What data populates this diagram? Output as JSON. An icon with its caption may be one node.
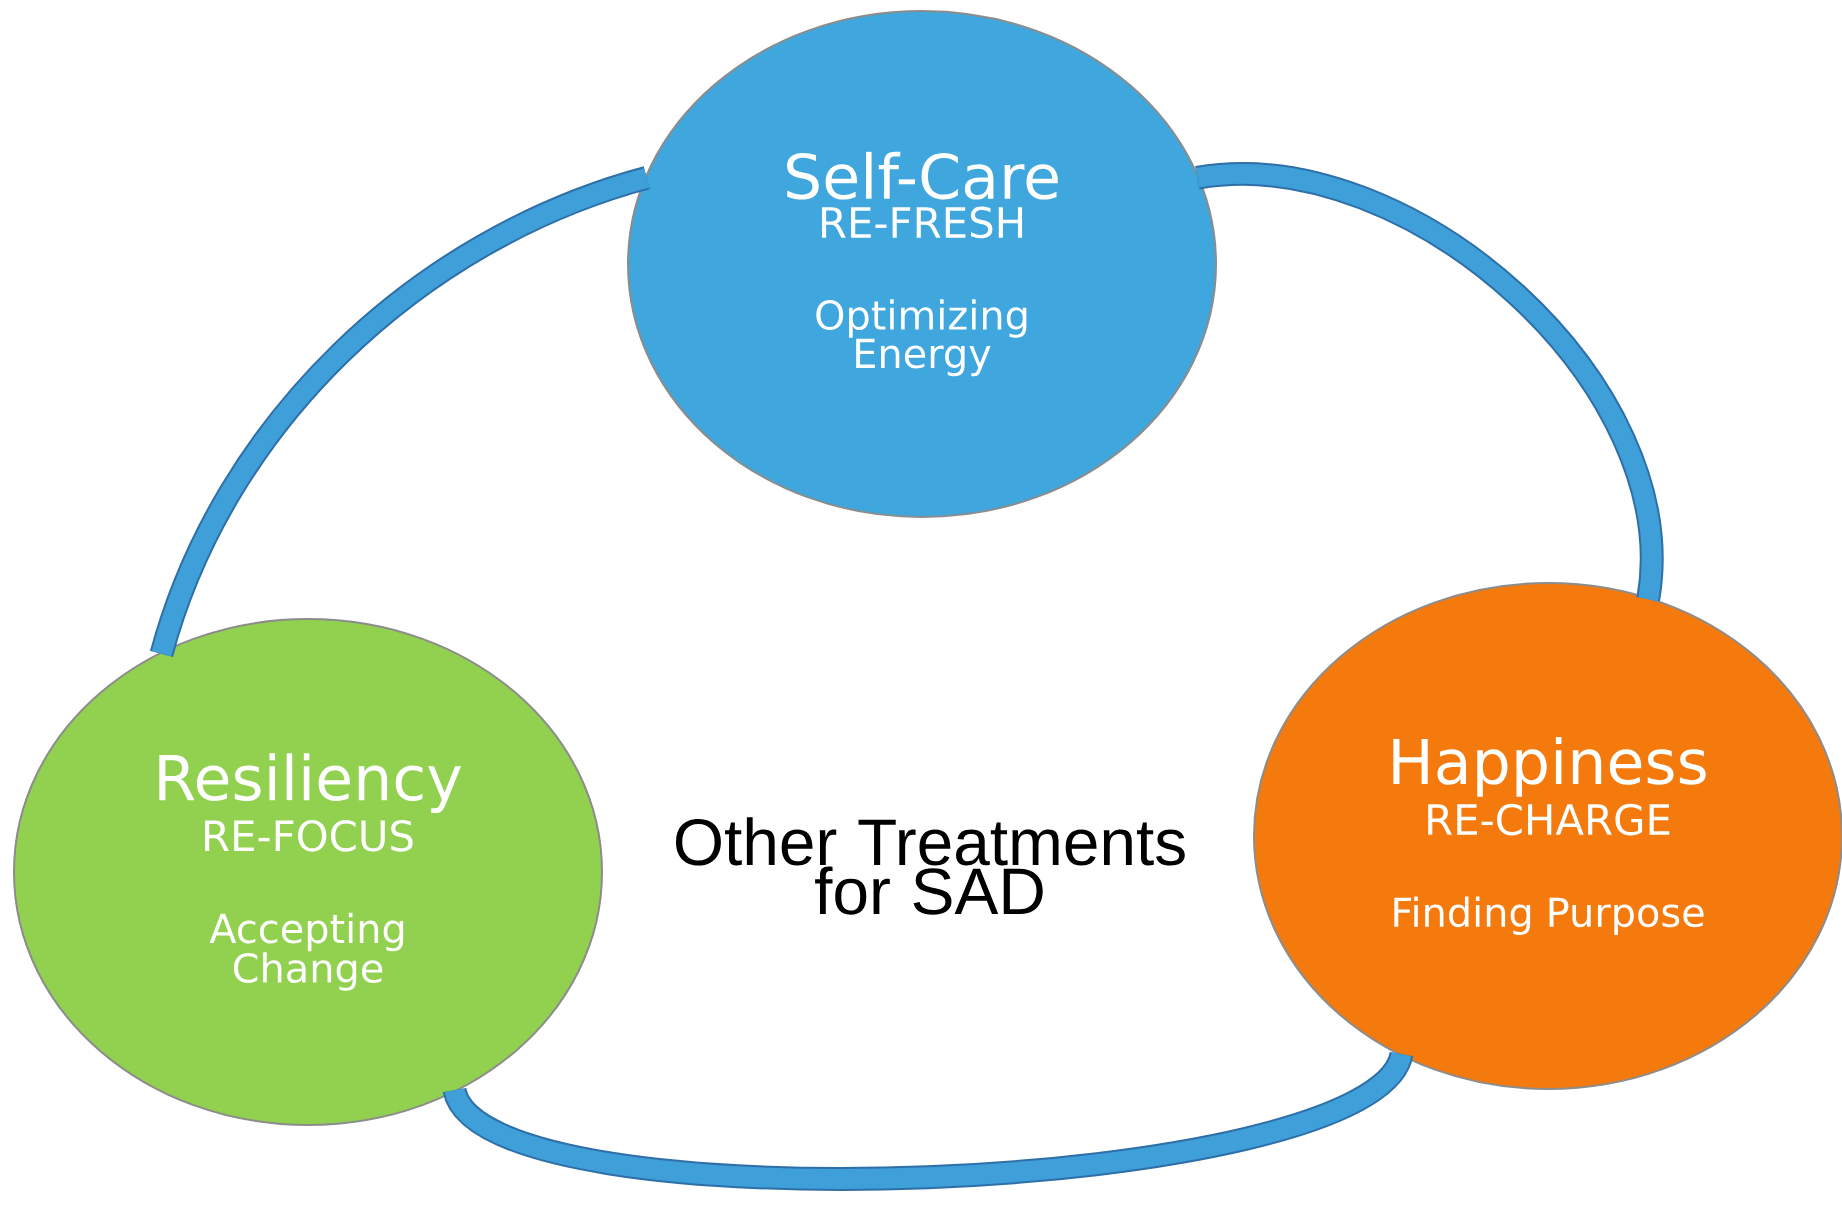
{
  "diagram": {
    "nodes": [
      {
        "text": [
          "Self-Care",
          "RE-FRESH",
          "Optimizing Energy"
        ]
      },
      {
        "text": [
          "Happiness",
          "RE-CHARGE",
          "Finding Purpose"
        ]
      },
      {
        "text": [
          "Resiliency",
          "RE-FOCUS",
          "Accepting Change"
        ]
      }
    ],
    "edges": [
      {
        "from": 2,
        "to": 0,
        "arrow": "none"
      },
      {
        "from": 0,
        "to": 1,
        "arrow": "none"
      },
      {
        "from": 1,
        "to": 2,
        "arrow": "none"
      }
    ],
    "labels": [
      "Other Treatments for SAD"
    ]
  }
}
